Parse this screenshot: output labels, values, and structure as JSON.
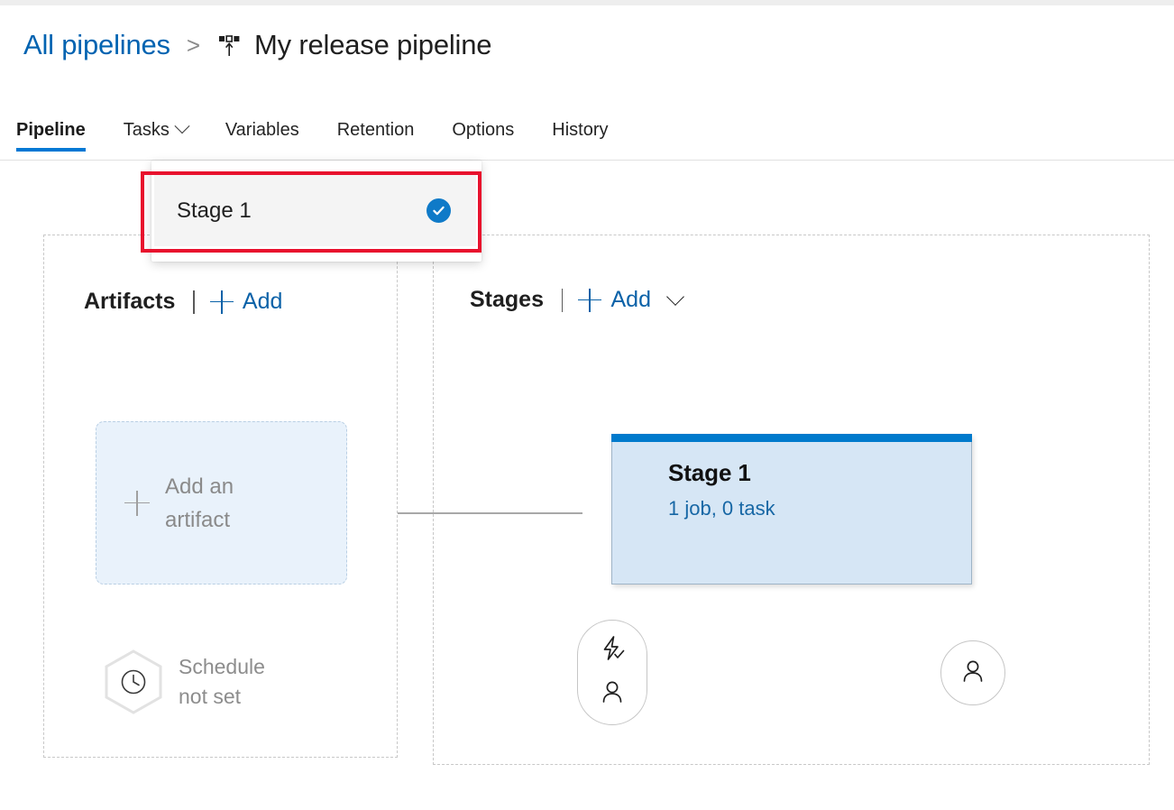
{
  "page": {
    "title": "My release pipeline"
  },
  "breadcrumb": {
    "root_label": "All pipelines",
    "separator": ">",
    "icon": "release-pipeline-icon",
    "current_label": "My release pipeline"
  },
  "tabs": [
    {
      "label": "Pipeline",
      "active": true,
      "has_chevron": false
    },
    {
      "label": "Tasks",
      "active": false,
      "has_chevron": true
    },
    {
      "label": "Variables",
      "active": false,
      "has_chevron": false
    },
    {
      "label": "Retention",
      "active": false,
      "has_chevron": false
    },
    {
      "label": "Options",
      "active": false,
      "has_chevron": false
    },
    {
      "label": "History",
      "active": false,
      "has_chevron": false
    }
  ],
  "tasks_dropdown": {
    "open": true,
    "items": [
      {
        "label": "Stage 1",
        "selected": true,
        "check_icon": "check-circle-icon"
      }
    ]
  },
  "artifacts": {
    "title": "Artifacts",
    "add_label": "Add",
    "add_icon": "plus-icon",
    "empty_card": {
      "line1": "Add an",
      "line2": "artifact",
      "icon": "plus-icon"
    },
    "schedule": {
      "line1": "Schedule",
      "line2": "not set",
      "icon": "clock-hexagon-icon"
    }
  },
  "stages": {
    "title": "Stages",
    "add_label": "Add",
    "add_icon": "plus-icon",
    "add_chevron_icon": "chevron-down-icon",
    "cards": [
      {
        "name": "Stage 1",
        "subtitle": "1 job, 0 task",
        "pre_deployment_icons": [
          "lightning-bolt-icon",
          "person-icon"
        ],
        "post_deployment_icons": [
          "person-icon"
        ]
      }
    ]
  },
  "colors": {
    "accent_blue": "#0078d4",
    "link_blue": "#0b62a8",
    "stage_card_fill": "#d6e6f5",
    "stage_card_topbar": "#007acc",
    "artifact_card_fill": "#e9f2fb",
    "annotation_red": "#e8112d",
    "check_badge_blue": "#0f7ac8"
  }
}
